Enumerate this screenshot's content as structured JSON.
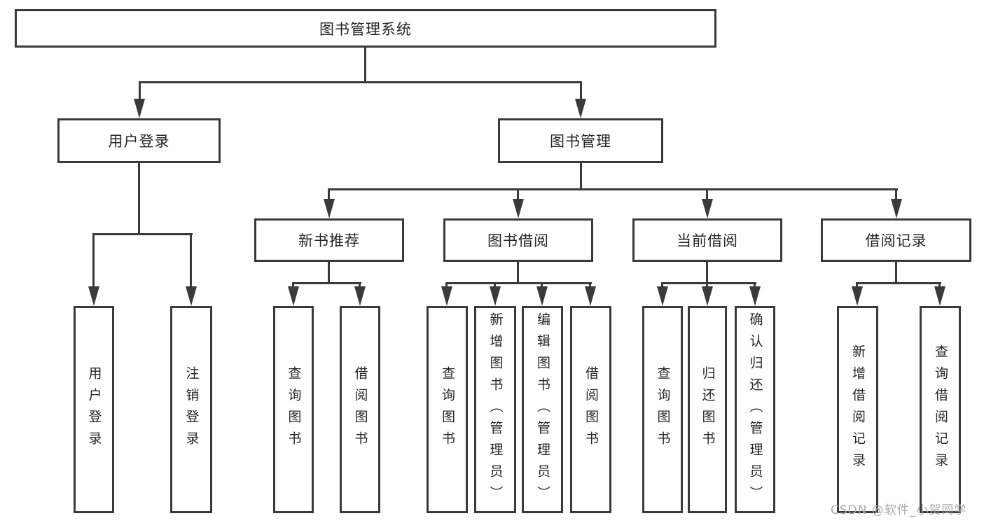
{
  "diagram": {
    "type": "hierarchy-tree",
    "tree": {
      "label": "图书管理系统",
      "children": [
        {
          "label": "用户登录",
          "children": [
            {
              "label": "用户登录"
            },
            {
              "label": "注销登录"
            }
          ]
        },
        {
          "label": "图书管理",
          "children": [
            {
              "label": "新书推荐",
              "children": [
                {
                  "label": "查询图书"
                },
                {
                  "label": "借阅图书"
                }
              ]
            },
            {
              "label": "图书借阅",
              "children": [
                {
                  "label": "查询图书"
                },
                {
                  "label": "新增图书（管理员）"
                },
                {
                  "label": "编辑图书（管理员）"
                },
                {
                  "label": "借阅图书"
                }
              ]
            },
            {
              "label": "当前借阅",
              "children": [
                {
                  "label": "查询图书"
                },
                {
                  "label": "归还图书"
                },
                {
                  "label": "确认归还（管理员）"
                }
              ]
            },
            {
              "label": "借阅记录",
              "children": [
                {
                  "label": "新增借阅记录"
                },
                {
                  "label": "查询借阅记录"
                }
              ]
            }
          ]
        }
      ]
    },
    "watermark": "CSDN @软件_小贺同学",
    "colors": {
      "line": "#3a3a3a",
      "text": "#262626",
      "watermark": "#a9a9a9",
      "background": "#ffffff"
    }
  }
}
